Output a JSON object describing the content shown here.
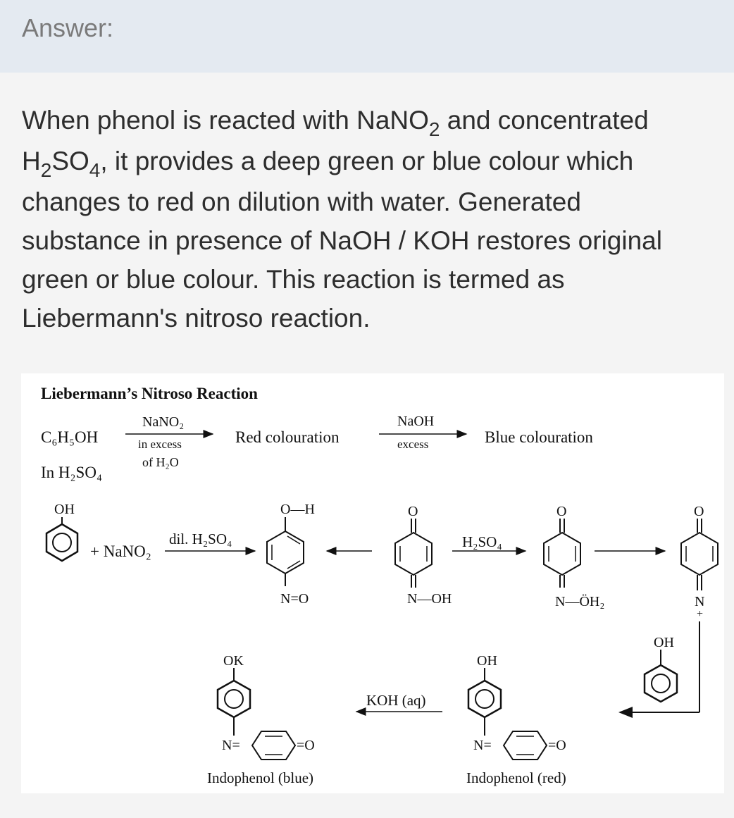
{
  "header": {
    "label": "Answer:"
  },
  "answer": {
    "l1_a": "When phenol is reacted with NaNO",
    "l1_sub": "2",
    "l1_b": " and concentrated",
    "l2_a": "H",
    "l2_sub1": "2",
    "l2_b": "SO",
    "l2_sub2": "4",
    "l2_c": ", it provides a deep green or blue colour which",
    "l3": "changes to red on dilution with water. Generated",
    "l4": "substance in presence of NaOH / KOH restores original",
    "l5": "green or blue colour. This reaction is termed as",
    "l6": "Liebermann's nitroso reaction."
  },
  "figure": {
    "title": "Liebermann’s  Nitroso Reaction",
    "phenol": "C₆H₅OH",
    "in_h2so4": "In H₂SO₄",
    "arrow1_top": "NaNO₂",
    "arrow1_mid": "in excess",
    "arrow1_bot": "of H₂O",
    "red_colouration": "Red colouration",
    "arrow2_top": "NaOH",
    "arrow2_bot": "excess",
    "blue_colouration": "Blue colouration",
    "oh": "OH",
    "plus_nano2": "+ NaNO₂",
    "dil_h2so4": "dil. H₂SO₄",
    "o_h": "O—H",
    "n_o": "N=O",
    "o": "O",
    "n_oh": "N—OH",
    "h2so4": "H₂SO₄",
    "n_oh2": "N—ÖH₂",
    "plus": "+",
    "n": "N",
    "ok": "OK",
    "n_eq": "N=",
    "eq_o": "=O",
    "koh_aq": "KOH (aq)",
    "indophenol_blue": "Indophenol (blue)",
    "indophenol_red": "Indophenol (red)"
  }
}
